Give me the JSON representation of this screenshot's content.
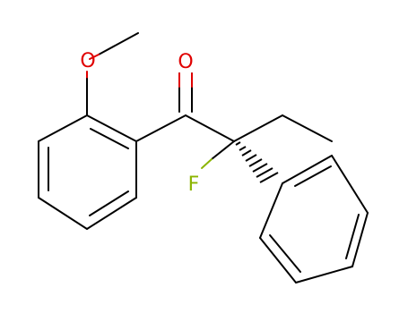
{
  "molecule": {
    "atoms": {
      "methoxy_oxygen": "O",
      "carbonyl_oxygen": "O",
      "fluorine": "F"
    },
    "colors": {
      "bond": "#000000",
      "oxygen": "#e00000",
      "fluorine": "#8bb400"
    }
  }
}
